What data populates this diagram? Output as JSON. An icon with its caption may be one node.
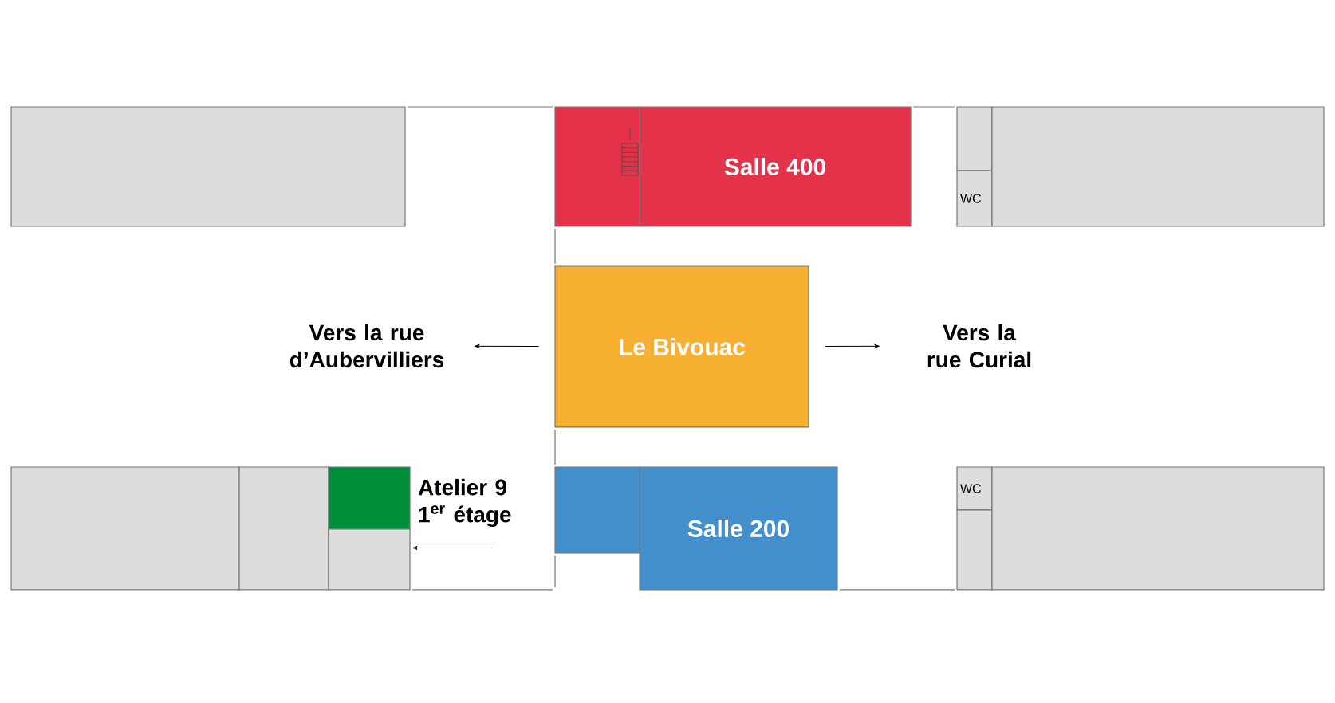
{
  "diagram": {
    "nodes": [
      {
        "text": [],
        "shape": "box"
      },
      {
        "text": [
          "Salle 400"
        ]
      },
      {
        "text": [],
        "shape": "box"
      },
      {
        "text": [
          "WC"
        ]
      },
      {
        "text": [],
        "shape": "box"
      },
      {
        "text": [
          "Le Bivouac"
        ]
      },
      {
        "text": [
          "Vers la rue d’Aubervilliers"
        ]
      },
      {
        "text": [
          "Vers la rue Curial"
        ]
      },
      {
        "text": [],
        "shape": "box"
      },
      {
        "text": [],
        "shape": "box"
      },
      {
        "text": [],
        "shape": "box"
      },
      {
        "text": [],
        "shape": "box"
      },
      {
        "text": [
          "Atelier 9",
          "1$^{er}$ étage"
        ]
      },
      {
        "text": [
          "Salle 200"
        ]
      },
      {
        "text": [
          "WC"
        ]
      },
      {
        "text": [],
        "shape": "box"
      },
      {
        "text": [],
        "shape": "box"
      }
    ],
    "edges": [
      {
        "from": 5,
        "to": 6,
        "arrow": "to"
      },
      {
        "from": 5,
        "to": 7,
        "arrow": "to"
      },
      {
        "from": 12,
        "to": 11,
        "arrow": "to"
      }
    ]
  }
}
